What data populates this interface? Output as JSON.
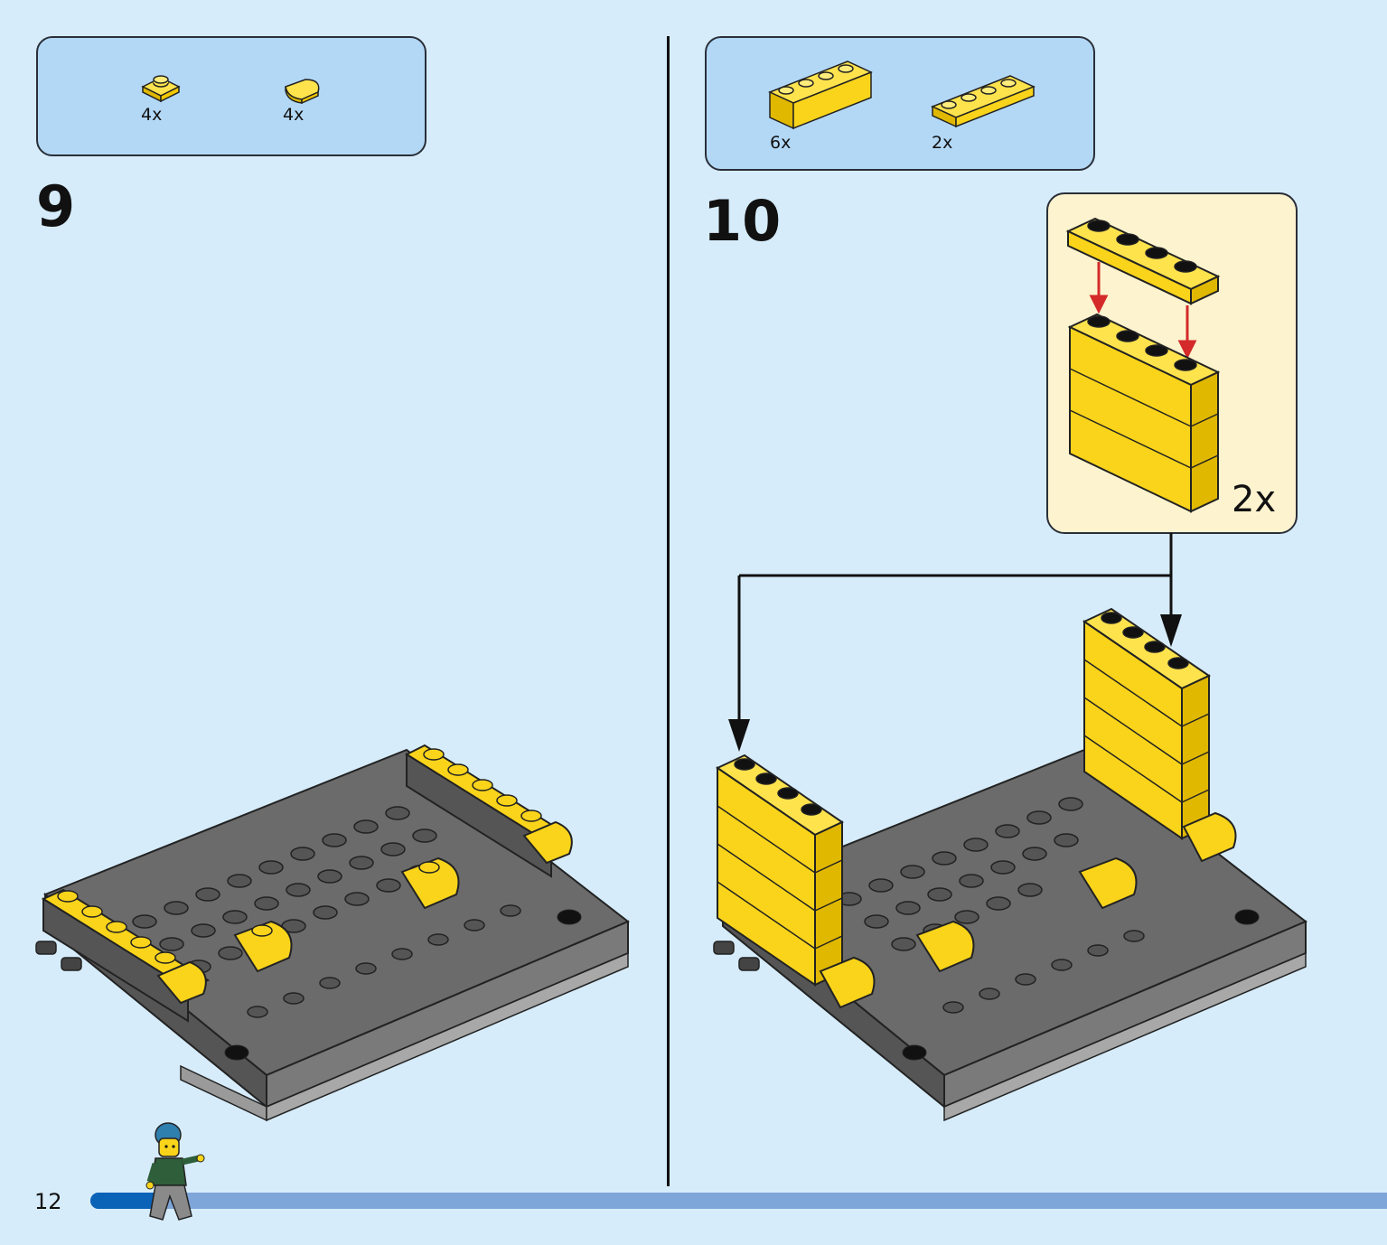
{
  "steps": [
    {
      "number": "9",
      "parts": [
        {
          "name": "plate-1x1-yellow",
          "count": "4x"
        },
        {
          "name": "tile-round-1x1-quarter-yellow",
          "count": "4x"
        }
      ]
    },
    {
      "number": "10",
      "parts": [
        {
          "name": "brick-1x4-yellow",
          "count": "6x"
        },
        {
          "name": "plate-1x4-yellow",
          "count": "2x"
        }
      ],
      "callout_multiplier": "2x"
    }
  ],
  "page_number": "12",
  "progress": 0.05,
  "colors": {
    "background": "#d6ecfb",
    "parts_box": "#b3d8f6",
    "callout": "#fdf3cf",
    "brick_yellow": "#f9d41a",
    "brick_gray": "#6b6b6b",
    "arrow_red": "#d42a2a",
    "progress_fill": "#0b63b7",
    "progress_track": "#7ea6d9"
  }
}
